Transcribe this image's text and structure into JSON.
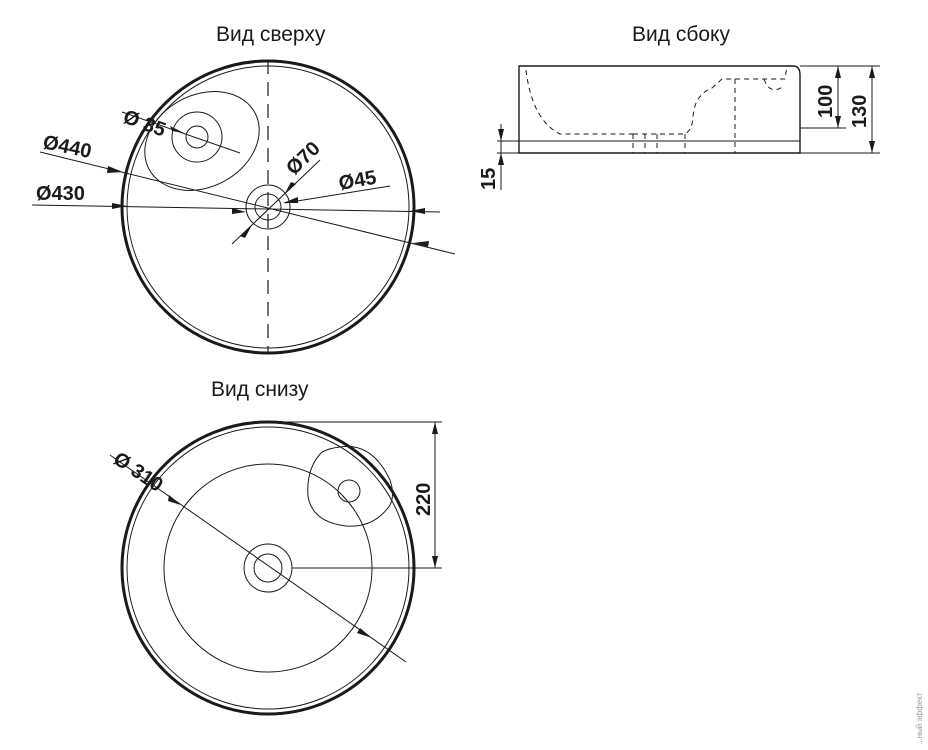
{
  "views": {
    "top": {
      "title": "Вид сверху",
      "dims": {
        "d35": "Ø 35",
        "d440": "Ø440",
        "d430": "Ø430",
        "d70": "Ø70",
        "d45": "Ø45"
      }
    },
    "side": {
      "title": "Вид сбоку",
      "dims": {
        "h100": "100",
        "h130": "130",
        "h15": "15"
      }
    },
    "bottom": {
      "title": "Вид снизу",
      "dims": {
        "d310": "Ø 310",
        "h220": "220"
      }
    }
  },
  "watermark": "...ный эффект"
}
